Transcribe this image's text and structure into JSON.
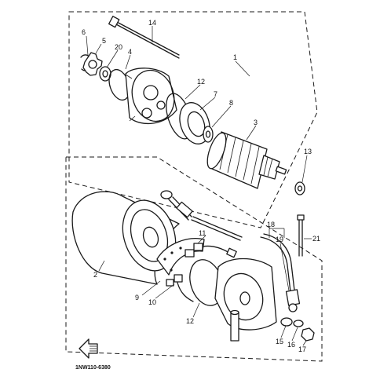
{
  "diagram": {
    "drawing_code": "1NW110-6380",
    "callouts": {
      "c1": "1",
      "c2": "2",
      "c3": "3",
      "c4": "4",
      "c5": "5",
      "c6": "6",
      "c7": "7",
      "c8": "8",
      "c9": "9",
      "c10": "10",
      "c11": "11",
      "c12a": "12",
      "c12b": "12",
      "c13": "13",
      "c14": "14",
      "c15": "15",
      "c16": "16",
      "c17": "17",
      "c18": "18",
      "c19": "19",
      "c20": "20",
      "c21": "21"
    }
  }
}
